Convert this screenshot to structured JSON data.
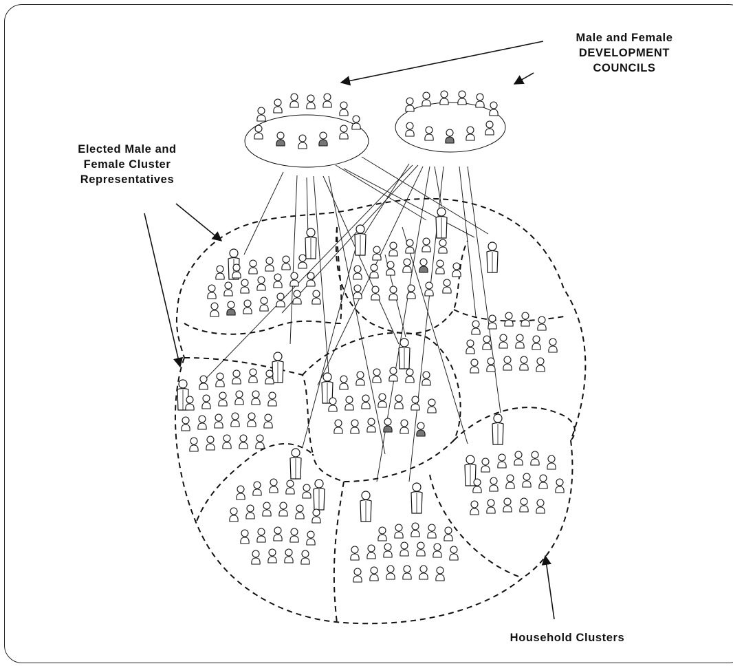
{
  "labels": {
    "councils": [
      "Male and Female",
      "DEVELOPMENT",
      "COUNCILS"
    ],
    "representatives": [
      "Elected Male and",
      "Female Cluster",
      "Representatives"
    ],
    "household_clusters": "Household Clusters"
  },
  "colors": {
    "ink": "#111111",
    "paper": "#ffffff"
  }
}
